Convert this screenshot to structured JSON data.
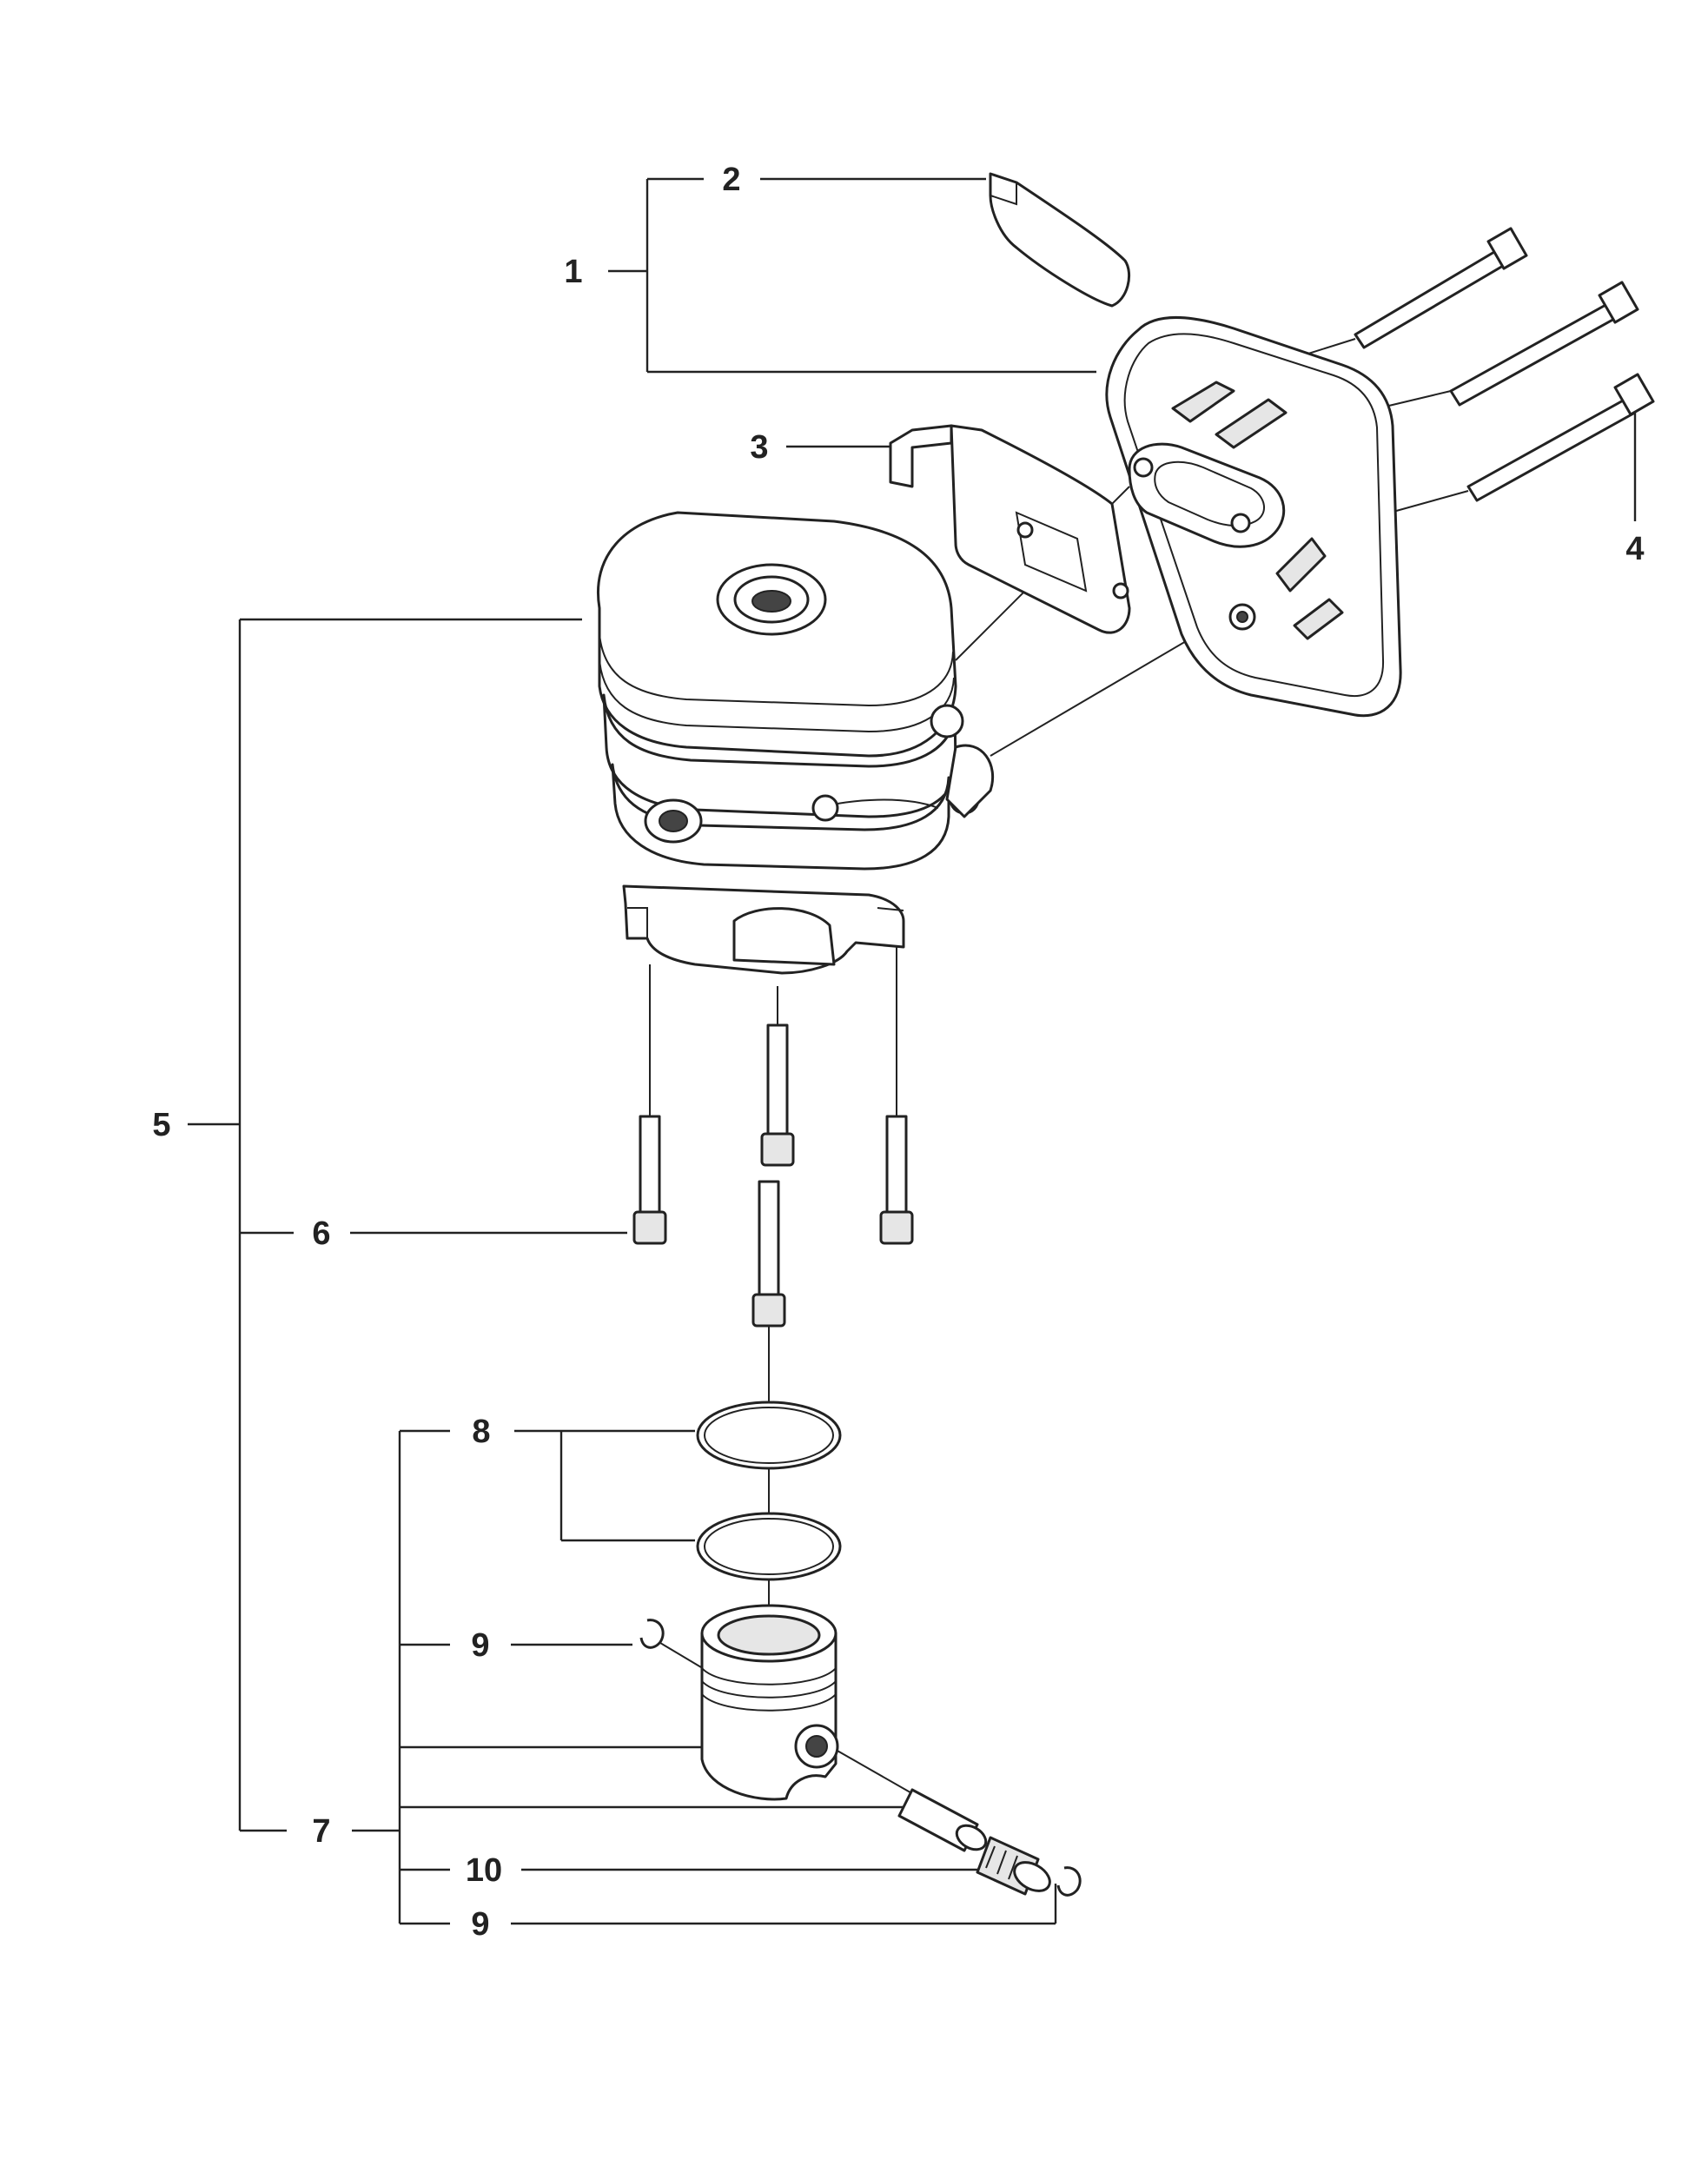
{
  "diagram": {
    "callouts": {
      "c1": "1",
      "c2": "2",
      "c3": "3",
      "c4": "4",
      "c5": "5",
      "c6": "6",
      "c7": "7",
      "c8": "8",
      "c9a": "9",
      "c9b": "9",
      "c10": "10"
    }
  },
  "colors": {
    "ink": "#222222",
    "background": "#ffffff",
    "shade": "#e6e6e6"
  }
}
